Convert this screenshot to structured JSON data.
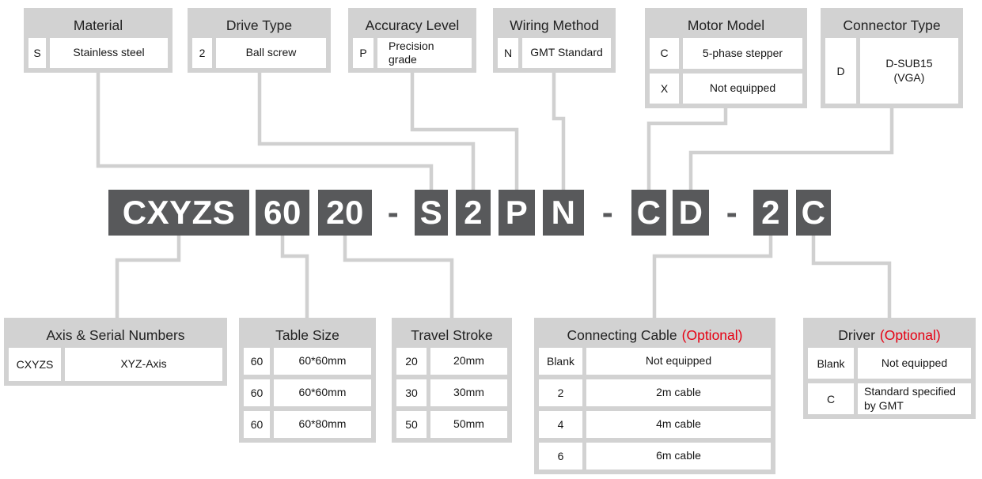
{
  "code": {
    "segments": [
      {
        "text": "CXYZS",
        "kind": "block"
      },
      {
        "text": "60",
        "kind": "block"
      },
      {
        "text": "20",
        "kind": "block"
      },
      {
        "text": "-",
        "kind": "dash"
      },
      {
        "text": "S",
        "kind": "block"
      },
      {
        "text": "2",
        "kind": "block"
      },
      {
        "text": "P",
        "kind": "block"
      },
      {
        "text": "N",
        "kind": "block"
      },
      {
        "text": "-",
        "kind": "dash"
      },
      {
        "text": "C",
        "kind": "block"
      },
      {
        "text": "D",
        "kind": "block"
      },
      {
        "text": "-",
        "kind": "dash"
      },
      {
        "text": "2",
        "kind": "block"
      },
      {
        "text": "C",
        "kind": "block"
      }
    ]
  },
  "top_boxes": [
    {
      "title": "Material",
      "rows": [
        {
          "code": "S",
          "desc": "Stainless steel"
        }
      ]
    },
    {
      "title": "Drive Type",
      "rows": [
        {
          "code": "2",
          "desc": "Ball screw"
        }
      ]
    },
    {
      "title": "Accuracy Level",
      "rows": [
        {
          "code": "P",
          "desc": "Precision\ngrade"
        }
      ]
    },
    {
      "title": "Wiring Method",
      "rows": [
        {
          "code": "N",
          "desc": "GMT Standard"
        }
      ]
    },
    {
      "title": "Motor Model",
      "rows": [
        {
          "code": "C",
          "desc": "5-phase stepper"
        },
        {
          "code": "X",
          "desc": "Not equipped"
        }
      ]
    },
    {
      "title": "Connector Type",
      "rows": [
        {
          "code": "D",
          "desc": "D-SUB15\n(VGA)"
        }
      ]
    }
  ],
  "bottom_boxes": [
    {
      "title": "Axis & Serial Numbers",
      "rows": [
        {
          "code": "CXYZS",
          "desc": "XYZ-Axis"
        }
      ]
    },
    {
      "title": "Table Size",
      "rows": [
        {
          "code": "60",
          "desc": "60*60mm"
        },
        {
          "code": "60",
          "desc": "60*60mm"
        },
        {
          "code": "60",
          "desc": "60*80mm"
        }
      ]
    },
    {
      "title": "Travel Stroke",
      "rows": [
        {
          "code": "20",
          "desc": "20mm"
        },
        {
          "code": "30",
          "desc": "30mm"
        },
        {
          "code": "50",
          "desc": "50mm"
        }
      ]
    },
    {
      "title": "Connecting Cable",
      "optional": "(Optional)",
      "rows": [
        {
          "code": "Blank",
          "desc": "Not equipped"
        },
        {
          "code": "2",
          "desc": "2m cable"
        },
        {
          "code": "4",
          "desc": "4m cable"
        },
        {
          "code": "6",
          "desc": "6m cable"
        }
      ]
    },
    {
      "title": "Driver",
      "optional": "(Optional)",
      "rows": [
        {
          "code": "Blank",
          "desc": "Not equipped"
        },
        {
          "code": "C",
          "desc": "Standard specified\nby GMT"
        }
      ]
    }
  ],
  "colors": {
    "block_bg": "#58595b",
    "box_bg": "#d2d2d2",
    "cell_bg": "#ffffff",
    "connector": "#d0d0d0",
    "optional_red": "#e60012",
    "text": "#1c1c1c"
  }
}
